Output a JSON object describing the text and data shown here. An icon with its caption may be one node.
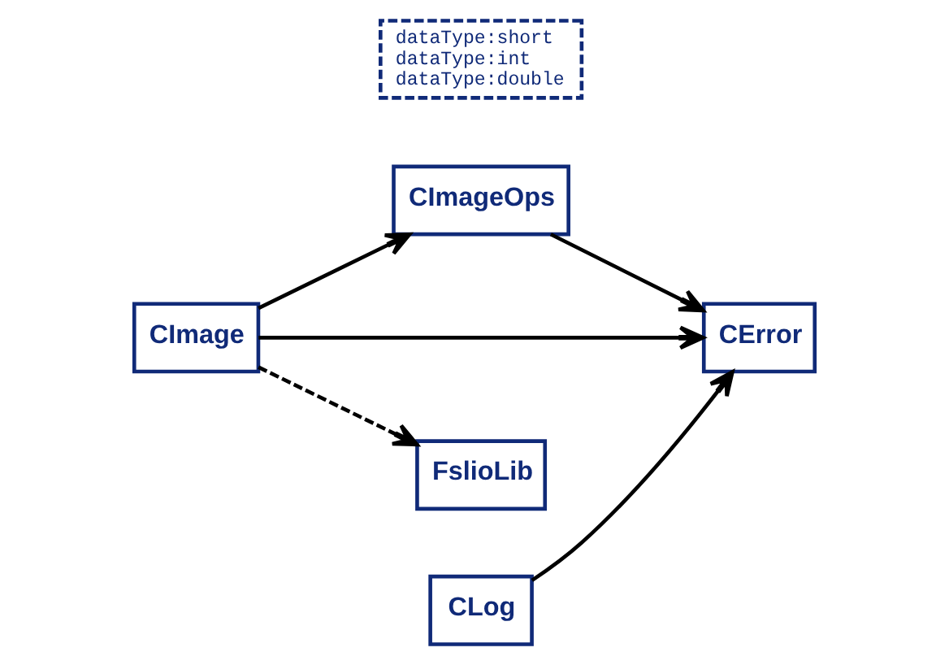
{
  "diagram": {
    "nodes": [
      {
        "text": [
          "CImageOps"
        ]
      },
      {
        "text": [
          "dataType:short",
          "dataType:int",
          "dataType:double"
        ]
      },
      {
        "text": [
          "CImage"
        ]
      },
      {
        "text": [
          "CError"
        ]
      },
      {
        "text": [
          "CLog"
        ]
      },
      {
        "text": [
          "FslioLib"
        ]
      }
    ],
    "edges": [
      {
        "from": 2,
        "to": 0,
        "arrow": "to"
      },
      {
        "from": 0,
        "to": 3,
        "arrow": "to"
      },
      {
        "from": 2,
        "to": 3,
        "arrow": "to"
      },
      {
        "from": 4,
        "to": 3,
        "arrow": "to"
      },
      {
        "from": 2,
        "to": 5,
        "arrow": "to",
        "style": "dashed"
      }
    ]
  }
}
